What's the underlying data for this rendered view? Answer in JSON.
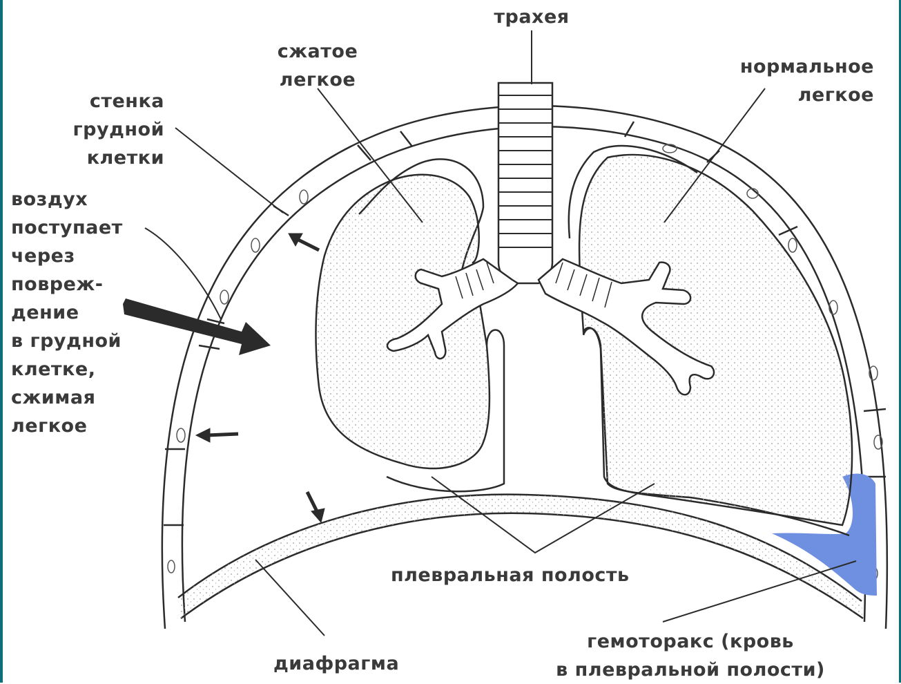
{
  "labels": {
    "trachea": "трахея",
    "collapsed_lung": [
      "сжатое",
      "легкое"
    ],
    "normal_lung": [
      "нормальное",
      "легкое"
    ],
    "chest_wall": [
      "стенка",
      "грудной",
      "клетки"
    ],
    "air_entry": [
      "воздух",
      "поступает",
      "через",
      "повреж-",
      "дение",
      "в грудной",
      "клетке,",
      "сжимая",
      "легкое"
    ],
    "pleural_cavity": "плевральная полость",
    "diaphragm": "диафрагма",
    "hemothorax": [
      "гемоторакс (кровь",
      "в плевральной полости)"
    ]
  },
  "colors": {
    "line": "#2b2b2b",
    "blood": "#6f8fe0",
    "lung_dots": "#9a9a9a",
    "frame_edge": "#0d6f7a"
  }
}
